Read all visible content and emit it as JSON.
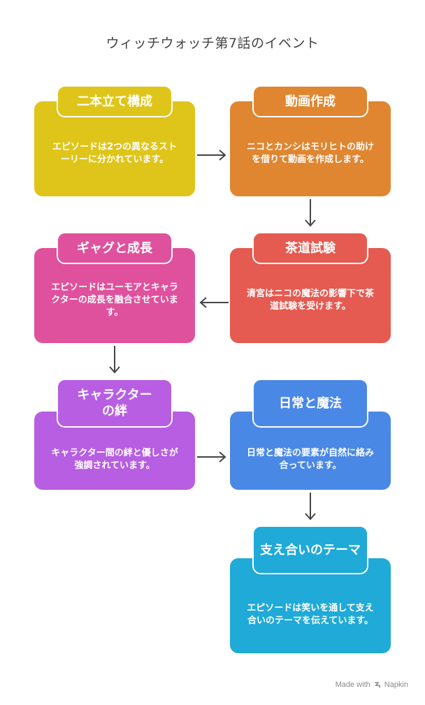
{
  "title": "ウィッチウォッチ第7話のイベント",
  "nodes": [
    {
      "id": "twin",
      "title": "二本立て構成",
      "desc": "エピソードは2つの異なるストーリーに分かれています。",
      "color": "#dfc51a"
    },
    {
      "id": "animation",
      "title": "動画作成",
      "desc": "ニコとカンシはモリヒトの助けを借りて動画を作成します。",
      "color": "#e08630"
    },
    {
      "id": "tea",
      "title": "茶道試験",
      "desc": "清宮はニコの魔法の影響下で茶道試験を受けます。",
      "color": "#e55a51"
    },
    {
      "id": "gag",
      "title": "ギャグと成長",
      "desc": "エピソードはユーモアとキャラクターの成長を融合させています。",
      "color": "#e0519d"
    },
    {
      "id": "bond",
      "title": "キャラクターの絆",
      "desc": "キャラクター間の絆と優しさが強調されています。",
      "color": "#b75ee3"
    },
    {
      "id": "daily",
      "title": "日常と魔法",
      "desc": "日常と魔法の要素が自然に絡み合っています。",
      "color": "#4a88e6"
    },
    {
      "id": "support",
      "title": "支え合いのテーマ",
      "desc": "エピソードは笑いを通して支え合いのテーマを伝えています。",
      "color": "#1faad8"
    }
  ],
  "footer": {
    "made_with": "Made with",
    "brand": "Napkin"
  }
}
